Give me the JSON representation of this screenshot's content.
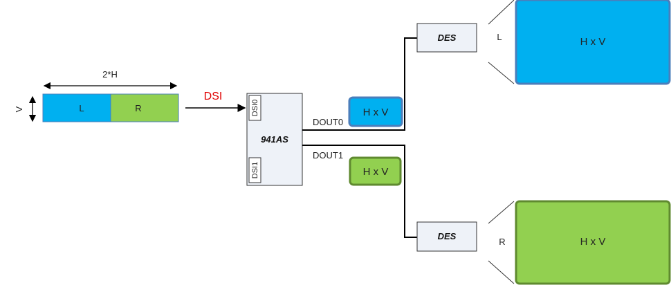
{
  "input_frame": {
    "width_label": "2*H",
    "height_label": "V",
    "left_label": "L",
    "right_label": "R"
  },
  "link": {
    "label": "DSI"
  },
  "serializer": {
    "name": "941AS",
    "port0": "DSI0",
    "port1": "DSI1"
  },
  "outputs": {
    "dout0": "DOUT0",
    "dout1": "DOUT1",
    "stream0": "H x V",
    "stream1": "H x V"
  },
  "deserializers": {
    "top": "DES",
    "bottom": "DES"
  },
  "displays": {
    "top_side": "L",
    "top_label": "H x V",
    "bottom_side": "R",
    "bottom_label": "H x V"
  },
  "colors": {
    "blue": "#00b0f0",
    "blue_border": "#4a7ebb",
    "green": "#92d050",
    "green_border": "#5f8a2f",
    "box_fill": "#eef2f8",
    "dsi_text": "#e00000"
  },
  "icons": {
    "arrow": "arrow-icon",
    "double_arrow": "double-arrow-icon"
  }
}
